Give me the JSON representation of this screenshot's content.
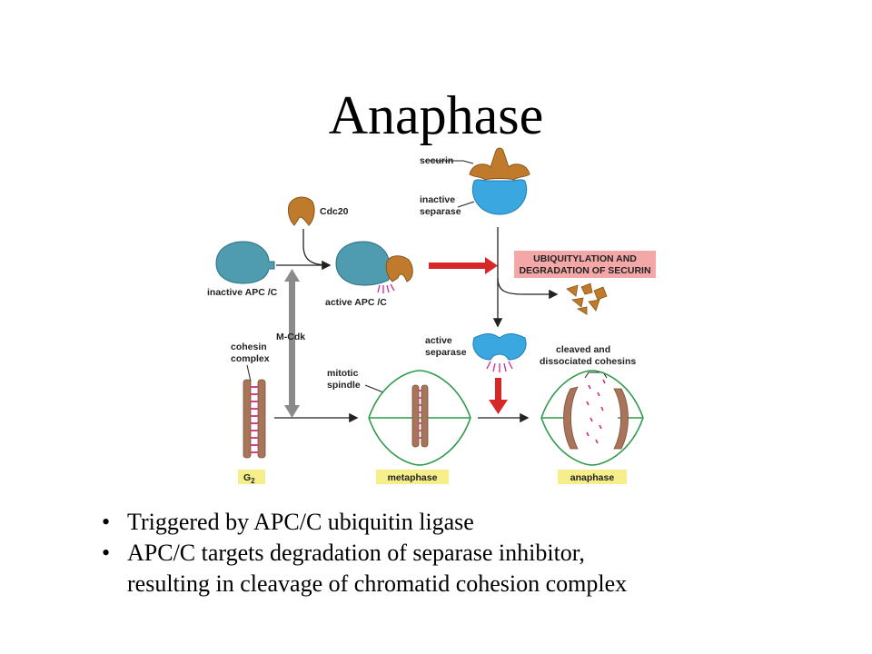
{
  "title": "Anaphase",
  "labels": {
    "securin": "securin",
    "inactive_separase": [
      "inactive",
      "separase"
    ],
    "cdc20": "Cdc20",
    "inactive_apc": "inactive APC /C",
    "active_apc": "active APC /C",
    "mcdk": "M-Cdk",
    "cohesin_complex": [
      "cohesin",
      "complex"
    ],
    "mitotic_spindle": [
      "mitotic",
      "spindle"
    ],
    "active_separase": [
      "active",
      "separase"
    ],
    "cleaved_cohesins": [
      "cleaved and",
      "dissociated cohesins"
    ],
    "ubiquitylation_box": [
      "UBIQUITYLATION AND",
      "DEGRADATION OF SECURIN"
    ],
    "stage_g2": "G",
    "stage_g2_sub": "2",
    "stage_metaphase": "metaphase",
    "stage_anaphase": "anaphase"
  },
  "bullets": [
    [
      "Triggered by APC/C ubiquitin ligase"
    ],
    [
      "APC/C targets degradation of separase inhibitor,",
      "resulting in cleavage of chromatid cohesion complex"
    ]
  ],
  "bullet_char": "•",
  "colors": {
    "apc": "#4f9bb0",
    "cdc20": "#c07a2c",
    "separase": "#3ba7e0",
    "arrow_red": "#d62828",
    "box_pink": "#f4a7a7",
    "stage_yellow": "#f5ee8a",
    "spindle_green": "#2e9a4a",
    "chromatid": "#a8745a",
    "cohesin_magenta": "#d02a8c",
    "gray_arrow": "#8a8a8a"
  }
}
